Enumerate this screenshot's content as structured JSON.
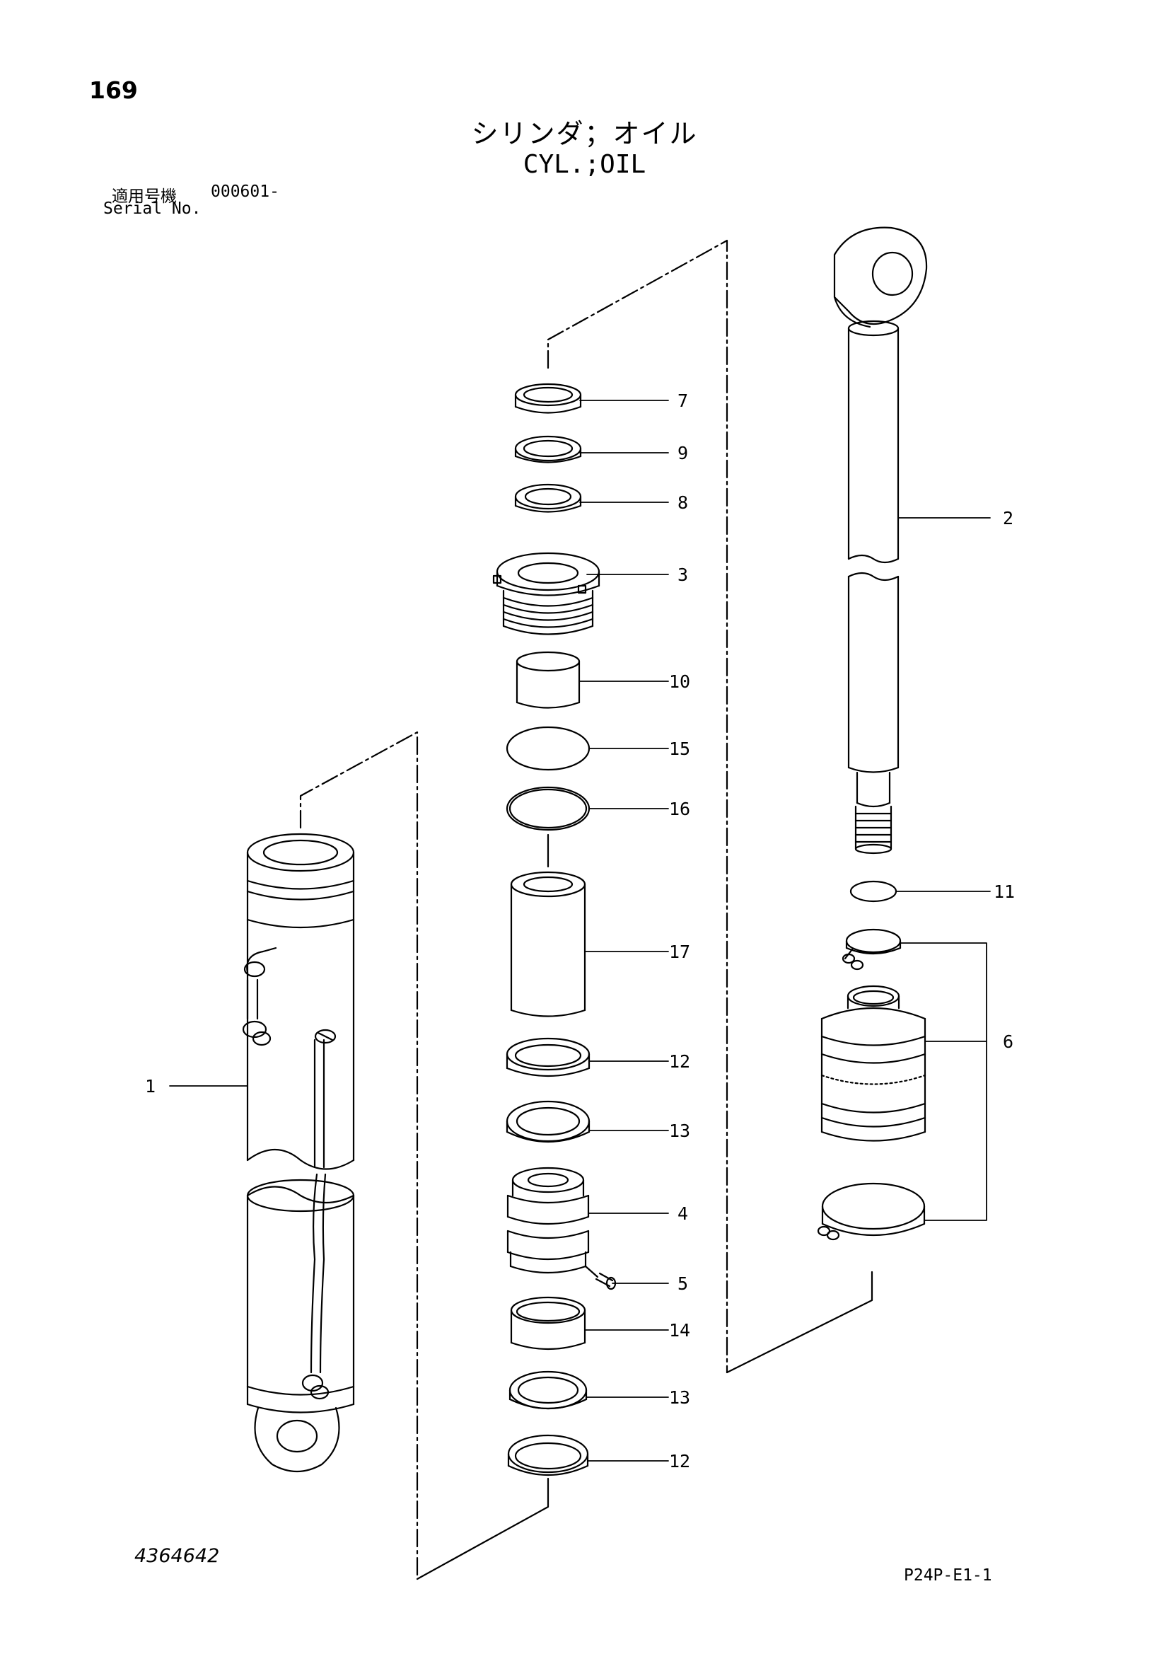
{
  "page_number": "169",
  "title_jp": "シリンダ；オイル",
  "title_en": "CYL.;OIL",
  "serial_label_jp": "適用号機",
  "serial_value": "000601-",
  "serial_label_en": "Serial No.",
  "drawing_number": "4364642",
  "sheet_code": "P24P-E1-1",
  "callouts": {
    "c1": "1",
    "c2": "2",
    "c3": "3",
    "c4": "4",
    "c5": "5",
    "c6": "6",
    "c7": "7",
    "c8": "8",
    "c9": "9",
    "c10": "10",
    "c11": "11",
    "c12a": "12",
    "c12b": "12",
    "c13a": "13",
    "c13b": "13",
    "c14": "14",
    "c15": "15",
    "c16": "16",
    "c17": "17"
  }
}
